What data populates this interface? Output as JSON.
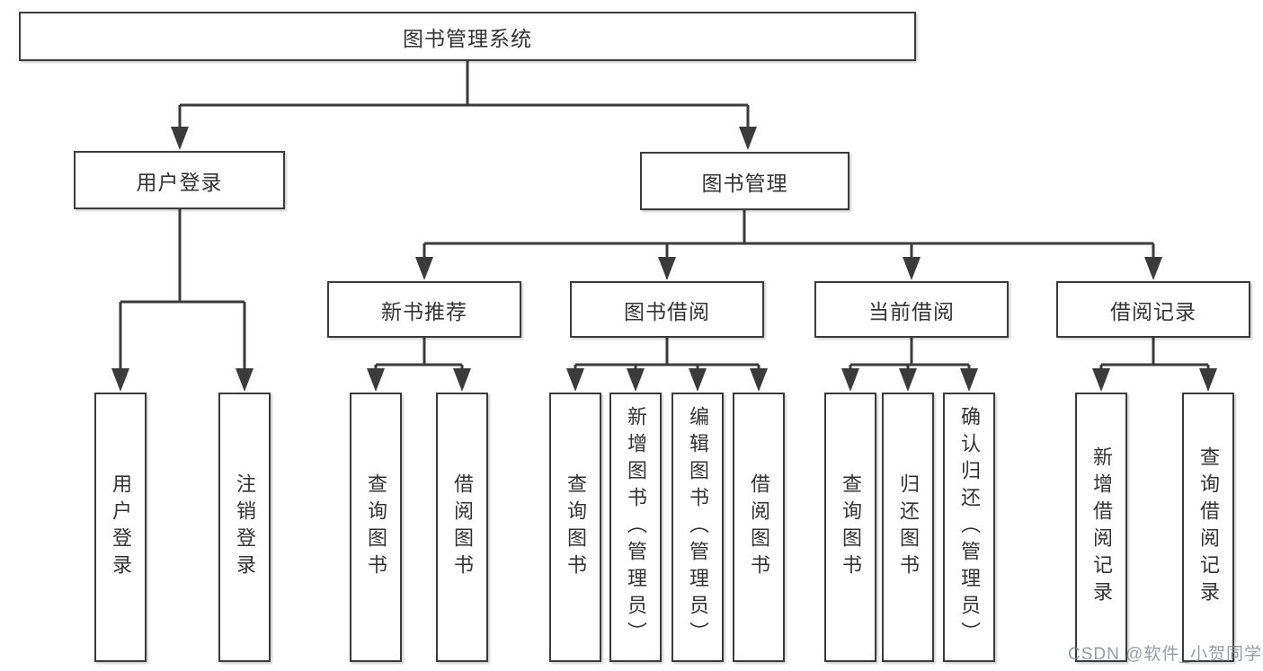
{
  "diagram": {
    "root": {
      "label": "图书管理系统"
    },
    "branches": [
      {
        "label": "用户登录",
        "children": [
          {
            "label": "用户登录"
          },
          {
            "label": "注销登录"
          }
        ]
      },
      {
        "label": "图书管理",
        "children": [
          {
            "label": "新书推荐",
            "children": [
              {
                "label": "查询图书"
              },
              {
                "label": "借阅图书"
              }
            ]
          },
          {
            "label": "图书借阅",
            "children": [
              {
                "label": "查询图书"
              },
              {
                "label": "新增图书（管理员）"
              },
              {
                "label": "编辑图书（管理员）"
              },
              {
                "label": "借阅图书"
              }
            ]
          },
          {
            "label": "当前借阅",
            "children": [
              {
                "label": "查询图书"
              },
              {
                "label": "归还图书"
              },
              {
                "label": "确认归还（管理员）"
              }
            ]
          },
          {
            "label": "借阅记录",
            "children": [
              {
                "label": "新增借阅记录"
              },
              {
                "label": "查询借阅记录"
              }
            ]
          }
        ]
      }
    ]
  },
  "watermark": {
    "text": "CSDN @软件_小贺同学"
  },
  "colors": {
    "line": "#3b3b3b",
    "box_border": "#3b3b3b",
    "text": "#333333",
    "background": "#ffffff",
    "watermark": "#808388"
  }
}
